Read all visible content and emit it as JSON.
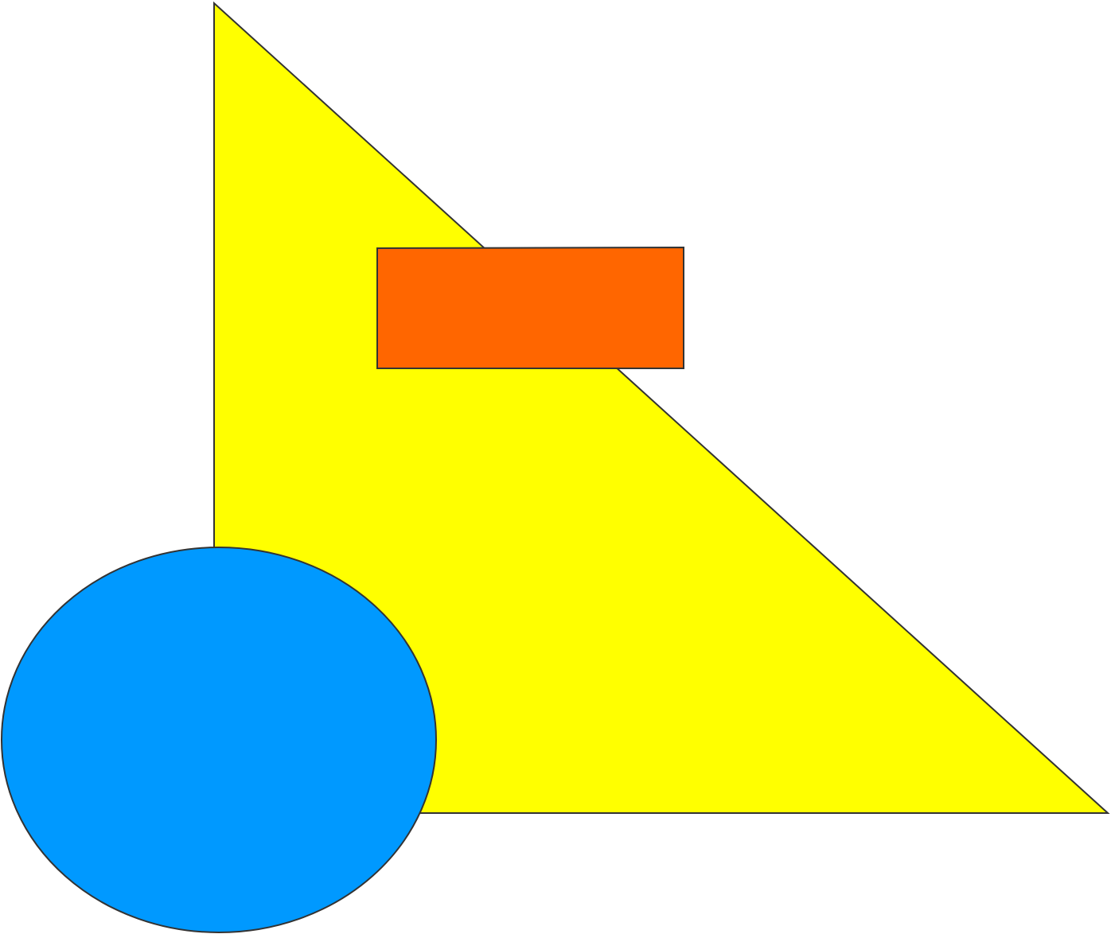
{
  "canvas": {
    "background": "#ffffff"
  },
  "style": {
    "stroke_color": "#333333"
  },
  "shapes": [
    {
      "name": "yellow-triangle",
      "kind": "triangle",
      "fill": "#ffff00"
    },
    {
      "name": "orange-rectangle",
      "kind": "rectangle",
      "fill": "#ff6600"
    },
    {
      "name": "blue-ellipse",
      "kind": "ellipse",
      "fill": "#0099ff"
    }
  ]
}
